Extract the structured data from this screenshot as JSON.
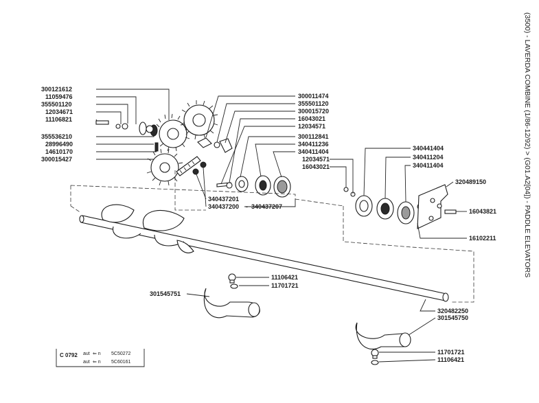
{
  "title": "(3500) - LAVERDA COMBINE (1/86-12/92) > (G01.A2[04]) - PADDLE ELEVATORS",
  "code_box": {
    "code": "C 0792",
    "line1_prefix": "aut",
    "line1_arrow": "⇐ n",
    "line1_serial": "5C50272",
    "line2_prefix": "aut",
    "line2_arrow": "⇐ n",
    "line2_serial": "5C60161"
  },
  "labels": {
    "l_300121612": "300121612",
    "l_11059476": "11059476",
    "l_355501120_a": "355501120",
    "l_12034671": "12034671",
    "l_11106821": "11106821",
    "l_355536210": "355536210",
    "l_28996490": "28996490",
    "l_14610170": "14610170",
    "l_300015427": "300015427",
    "l_300011474": "300011474",
    "l_355501120_b": "355501120",
    "l_300015720": "300015720",
    "l_16043021_a": "16043021",
    "l_12034571_a": "12034571",
    "l_300112841": "300112841",
    "l_340411236": "340411236",
    "l_340411404_a": "340411404",
    "l_12034571_b": "12034571",
    "l_16043021_b": "16043021",
    "l_340437201": "340437201",
    "l_340437200": "340437200",
    "l_340437207": "340437207",
    "l_340441404": "340441404",
    "l_340411204": "340411204",
    "l_340411404_b": "340411404",
    "l_320489150": "320489150",
    "l_16043821": "16043821",
    "l_16102211": "16102211",
    "l_11106421_a": "11106421",
    "l_11701721_a": "11701721",
    "l_301545751": "301545751",
    "l_320482250": "320482250",
    "l_301545750": "301545750",
    "l_11701721_b": "11701721",
    "l_11106421_b": "11106421"
  }
}
